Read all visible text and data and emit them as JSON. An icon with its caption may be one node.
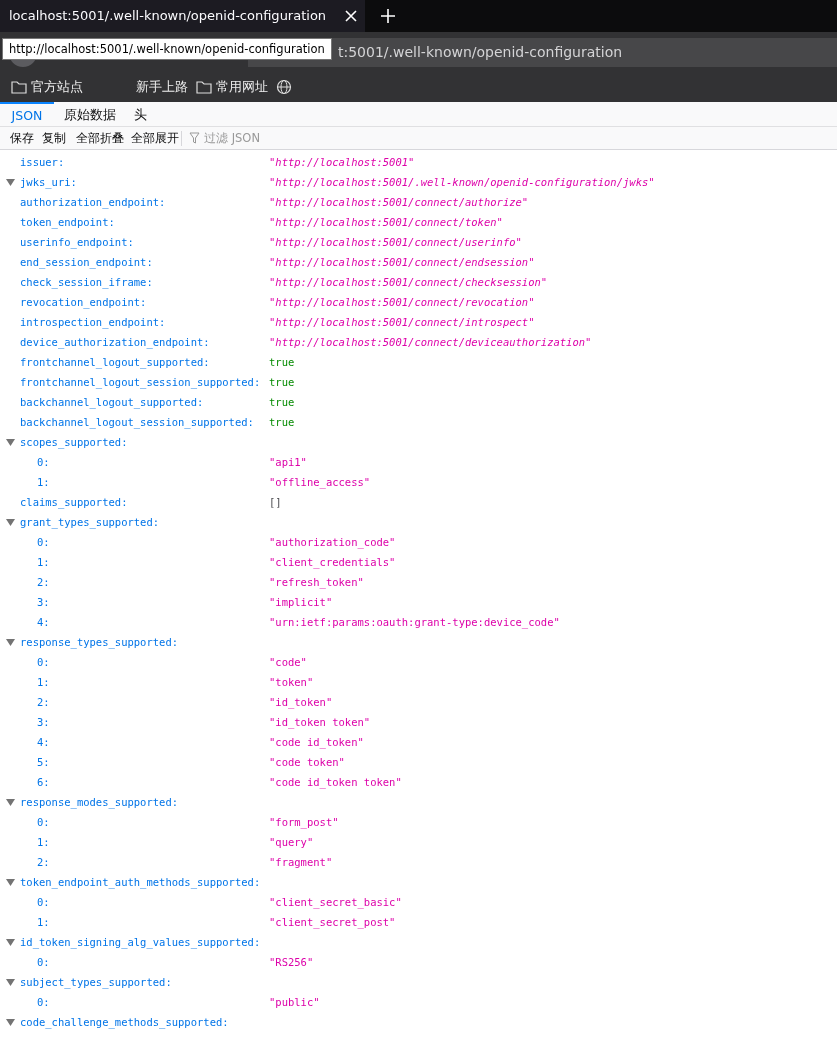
{
  "diagram": {
    "labels": [
      "localhost:5001/.well-known/openid-configuration",
      "http://localhost:5001/.well-known/openid-configuration",
      "t:5001/.well-known/openid-configuration",
      "官方站点",
      "新手上路",
      "常用网址",
      "JSON",
      "原始数据",
      "头",
      "保存",
      "复制",
      "全部折叠",
      "全部展开",
      "过滤 JSON",
      "issuer:",
      "\"http://localhost:5001\"",
      "jwks_uri:",
      "\"http://localhost:5001/.well-known/openid-configuration/jwks\"",
      "authorization_endpoint:",
      "\"http://localhost:5001/connect/authorize\"",
      "token_endpoint:",
      "\"http://localhost:5001/connect/token\"",
      "userinfo_endpoint:",
      "\"http://localhost:5001/connect/userinfo\"",
      "end_session_endpoint:",
      "\"http://localhost:5001/connect/endsession\"",
      "check_session_iframe:",
      "\"http://localhost:5001/connect/checksession\"",
      "revocation_endpoint:",
      "\"http://localhost:5001/connect/revocation\"",
      "introspection_endpoint:",
      "\"http://localhost:5001/connect/introspect\"",
      "device_authorization_endpoint:",
      "\"http://localhost:5001/connect/deviceauthorization\"",
      "frontchannel_logout_supported:",
      "true",
      "frontchannel_logout_session_supported:",
      "true",
      "backchannel_logout_supported:",
      "true",
      "backchannel_logout_session_supported:",
      "true",
      "scopes_supported:",
      "0:",
      "\"api1\"",
      "1:",
      "\"offline_access\"",
      "claims_supported:",
      "[]",
      "grant_types_supported:",
      "0:",
      "\"authorization_code\"",
      "1:",
      "\"client_credentials\"",
      "2:",
      "\"refresh_token\"",
      "3:",
      "\"implicit\"",
      "4:",
      "\"urn:ietf:params:oauth:grant-type:device_code\"",
      "response_types_supported:",
      "0:",
      "\"code\"",
      "1:",
      "\"token\"",
      "2:",
      "\"id_token\"",
      "3:",
      "\"id_token token\"",
      "4:",
      "\"code id_token\"",
      "5:",
      "\"code token\"",
      "6:",
      "\"code id_token token\"",
      "response_modes_supported:",
      "0:",
      "\"form_post\"",
      "1:",
      "\"query\"",
      "2:",
      "\"fragment\"",
      "token_endpoint_auth_methods_supported:",
      "0:",
      "\"client_secret_basic\"",
      "1:",
      "\"client_secret_post\"",
      "id_token_signing_alg_values_supported:",
      "0:",
      "\"RS256\"",
      "subject_types_supported:",
      "0:",
      "\"public\"",
      "code_challenge_methods_supported:"
    ]
  }
}
